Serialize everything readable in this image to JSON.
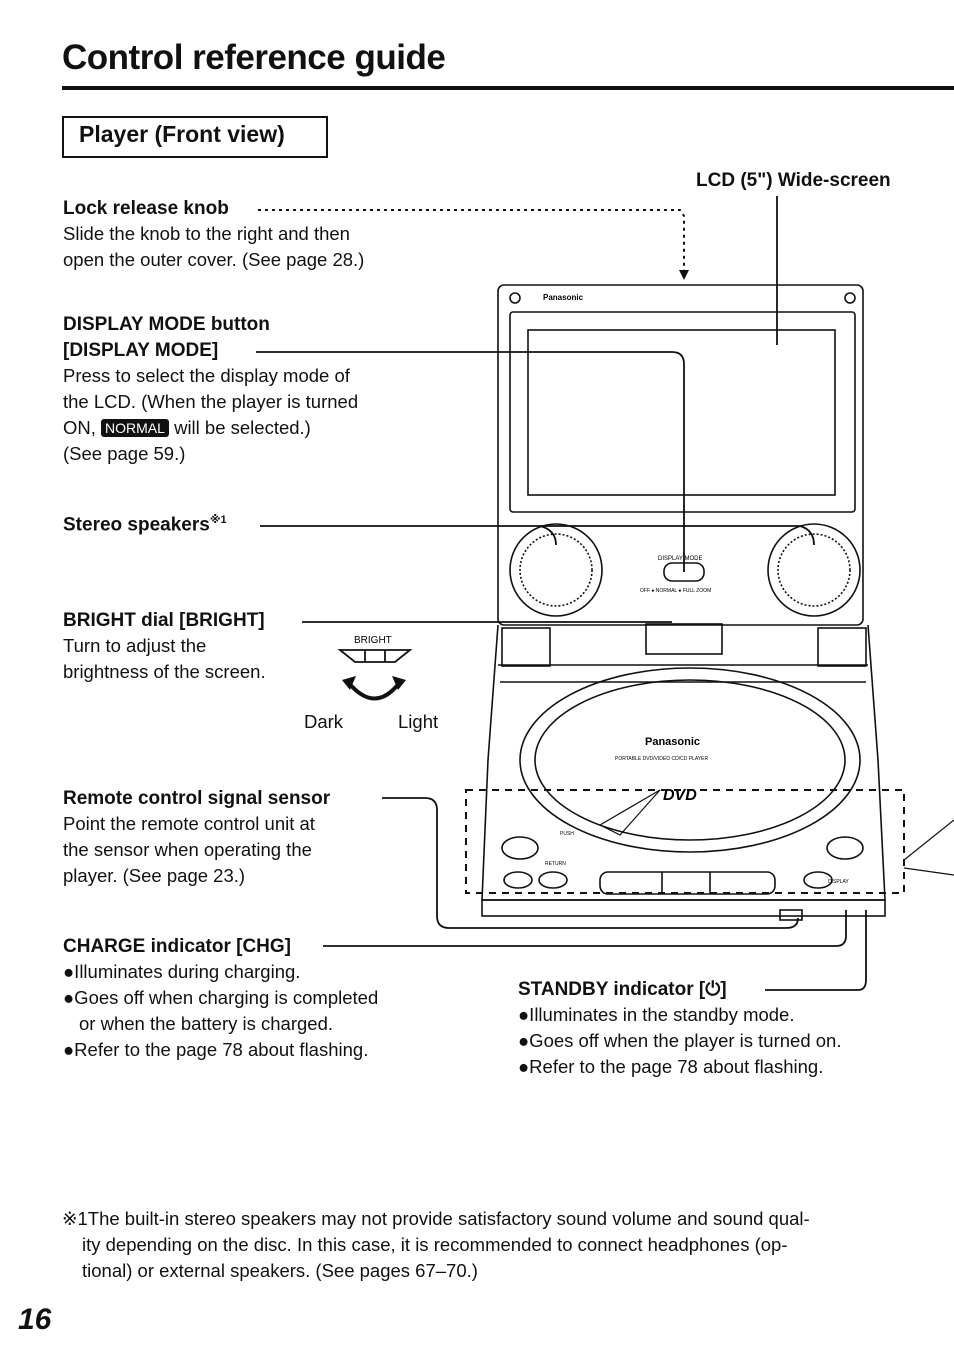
{
  "page": {
    "title": "Control reference guide",
    "section_title": "Player (Front view)",
    "page_number": "16"
  },
  "labels": {
    "lcd": {
      "title": "LCD (5\") Wide-screen"
    },
    "lock": {
      "title": "Lock release knob",
      "desc": [
        "Slide the knob to the right and then",
        "open the outer cover. (See page 28.)"
      ]
    },
    "display_mode": {
      "title_line1": "DISPLAY MODE button",
      "title_line2": "[DISPLAY MODE]",
      "desc1": "Press to select the display mode of",
      "desc2": "the LCD. (When the player is turned",
      "desc3_pre": "ON,",
      "desc3_badge": "NORMAL",
      "desc3_post": "will be selected.)",
      "desc4": "(See page 59.)"
    },
    "stereo": {
      "title": "Stereo speakers",
      "mark": "※1"
    },
    "bright": {
      "title": "BRIGHT dial [BRIGHT]",
      "desc": [
        "Turn to adjust the",
        "brightness of the screen."
      ],
      "dial_label": "BRIGHT",
      "dark": "Dark",
      "light": "Light"
    },
    "remote": {
      "title": "Remote control signal sensor",
      "desc": [
        "Point the remote control unit at",
        "the sensor when operating the",
        "player. (See page 23.)"
      ]
    },
    "charge": {
      "title": "CHARGE indicator [CHG]",
      "bullets": [
        "●Illuminates during charging.",
        "●Goes off when charging is completed",
        " or when the battery is charged.",
        "●Refer to the page 78 about flashing."
      ]
    },
    "standby": {
      "title": "STANDBY indicator [⏻]",
      "bullets": [
        "●Illuminates in the standby mode.",
        "●Goes off when the player is turned on.",
        "●Refer to the page 78 about flashing."
      ]
    }
  },
  "device": {
    "brand": "Panasonic",
    "model_line": "PORTABLE DVD/VIDEO CD/CD PLAYER",
    "display_mode_text": "DISPLAY MODE",
    "zoom_text": "OFF ● NORMAL ● FULL ZOOM",
    "disc_logo": "DVD",
    "push_text": "PUSH",
    "return_text": "RETURN",
    "display_btn": "DISPLAY"
  },
  "footnote": [
    "※1The built-in stereo speakers may not provide satisfactory sound volume and sound qual-",
    "ity depending on the disc. In this case, it is recommended to connect headphones (op-",
    "tional) or external speakers. (See pages 67–70.)"
  ]
}
